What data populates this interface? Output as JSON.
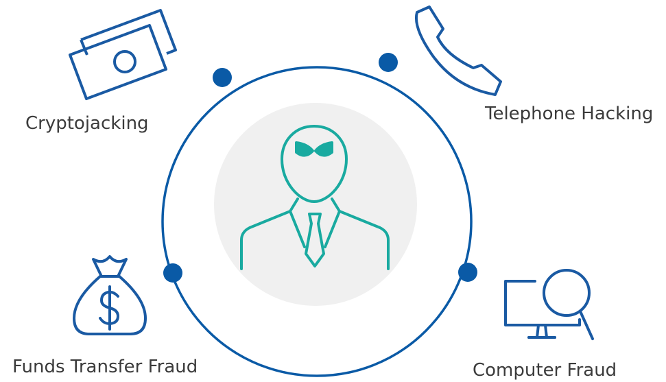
{
  "labels": {
    "cryptojacking": "Cryptojacking",
    "telephone_hacking": "Telephone Hacking",
    "funds_transfer_fraud": "Funds Transfer Fraud",
    "computer_fraud": "Computer Fraud"
  },
  "colors": {
    "ring": "#0a5aa6",
    "icon": "#1a5aa3",
    "hacker": "#19aaa0",
    "center_fill": "#f0f0f0",
    "label_text": "#3b3b3b"
  },
  "icons": {
    "cryptojacking": "cash-bills-icon",
    "telephone_hacking": "phone-handset-icon",
    "funds_transfer_fraud": "money-bag-icon",
    "computer_fraud": "monitor-magnifier-icon",
    "center": "masked-hacker-icon"
  }
}
